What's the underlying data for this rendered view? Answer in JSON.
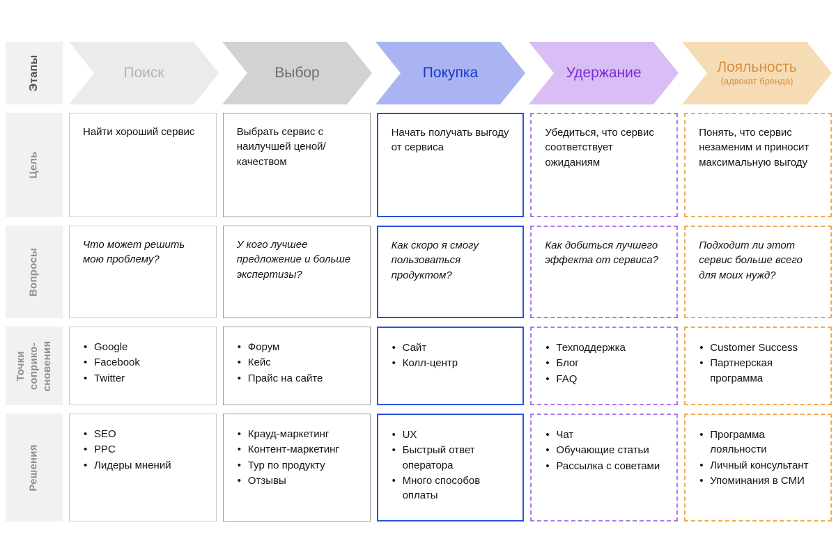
{
  "stages_row_label": "Этапы",
  "stages": [
    {
      "label": "Поиск"
    },
    {
      "label": "Выбор"
    },
    {
      "label": "Покупка"
    },
    {
      "label": "Удержание"
    },
    {
      "label": "Лояльность",
      "subtitle": "(адвокат бренда)"
    }
  ],
  "rows": {
    "goal": {
      "label": "Цель",
      "cells": [
        "Найти хороший сервис",
        "Выбрать сервис с наилучшей ценой/качеством",
        "Начать получать выгоду от сервиса",
        "Убедиться, что сервис соответствует ожиданиям",
        "Понять, что сервис незаменим и приносит максимальную выгоду"
      ]
    },
    "questions": {
      "label": "Вопросы",
      "cells": [
        "Что может решить мою проблему?",
        "У кого лучшее предложение и больше экспертизы?",
        "Как скоро я смогу пользоваться продуктом?",
        "Как добиться лучшего эффекта от сервиса?",
        "Подходит ли этот сервис больше всего для моих нужд?"
      ]
    },
    "touchpoints": {
      "label_lines": [
        "Точки",
        "соприко-",
        "сновения"
      ],
      "cells": [
        [
          "Google",
          "Facebook",
          "Twitter"
        ],
        [
          "Форум",
          "Кейс",
          "Прайс на сайте"
        ],
        [
          "Сайт",
          "Колл-центр"
        ],
        [
          "Техподдержка",
          "Блог",
          "FAQ"
        ],
        [
          "Customer Success",
          "Партнерская программа"
        ]
      ]
    },
    "solutions": {
      "label": "Решения",
      "cells": [
        [
          "SEO",
          "PPC",
          "Лидеры мнений"
        ],
        [
          "Крауд-маркетинг",
          "Контент-маркетинг",
          "Тур по продукту",
          "Отзывы"
        ],
        [
          "UX",
          "Быстрый ответ оператора",
          "Много способов оплаты"
        ],
        [
          "Чат",
          "Обучающие статьи",
          "Рассылка с советами"
        ],
        [
          "Программа лояльности",
          "Личный консультант",
          "Упоминания в СМИ"
        ]
      ]
    }
  },
  "colors": {
    "stage_fills": [
      "#ebebeb",
      "#d2d2d2",
      "#aab4f2",
      "#d9bdf5",
      "#f6dcb4"
    ],
    "stage_text": [
      "#b3b3b3",
      "#6e6e6e",
      "#1b35cc",
      "#7b2ed8",
      "#d58f3f"
    ],
    "column_borders": [
      "#c9c9c9",
      "#9b9b9b",
      "#2b50e0",
      "#a97af0",
      "#f3aa50"
    ],
    "label_box_bg": "#f1f1f1"
  }
}
